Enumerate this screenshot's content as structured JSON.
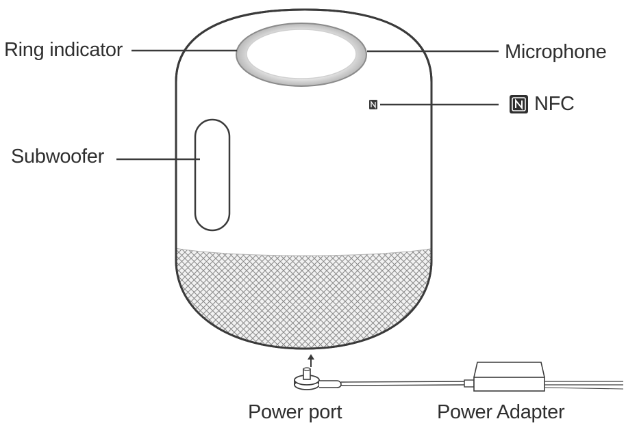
{
  "labels": {
    "ring_indicator": "Ring indicator",
    "microphone": "Microphone",
    "nfc": "NFC",
    "subwoofer": "Subwoofer",
    "power_port": "Power port",
    "power_adapter": "Power Adapter"
  },
  "icons": {
    "nfc_logo": "nfc-icon",
    "arrow": "arrow-up-icon"
  },
  "colors": {
    "line": "#3a3a3a",
    "text": "#2f2f2f",
    "mesh": "#9a9a9a",
    "body_fill": "#ffffff",
    "ring_glow": "#d8d8d8"
  }
}
